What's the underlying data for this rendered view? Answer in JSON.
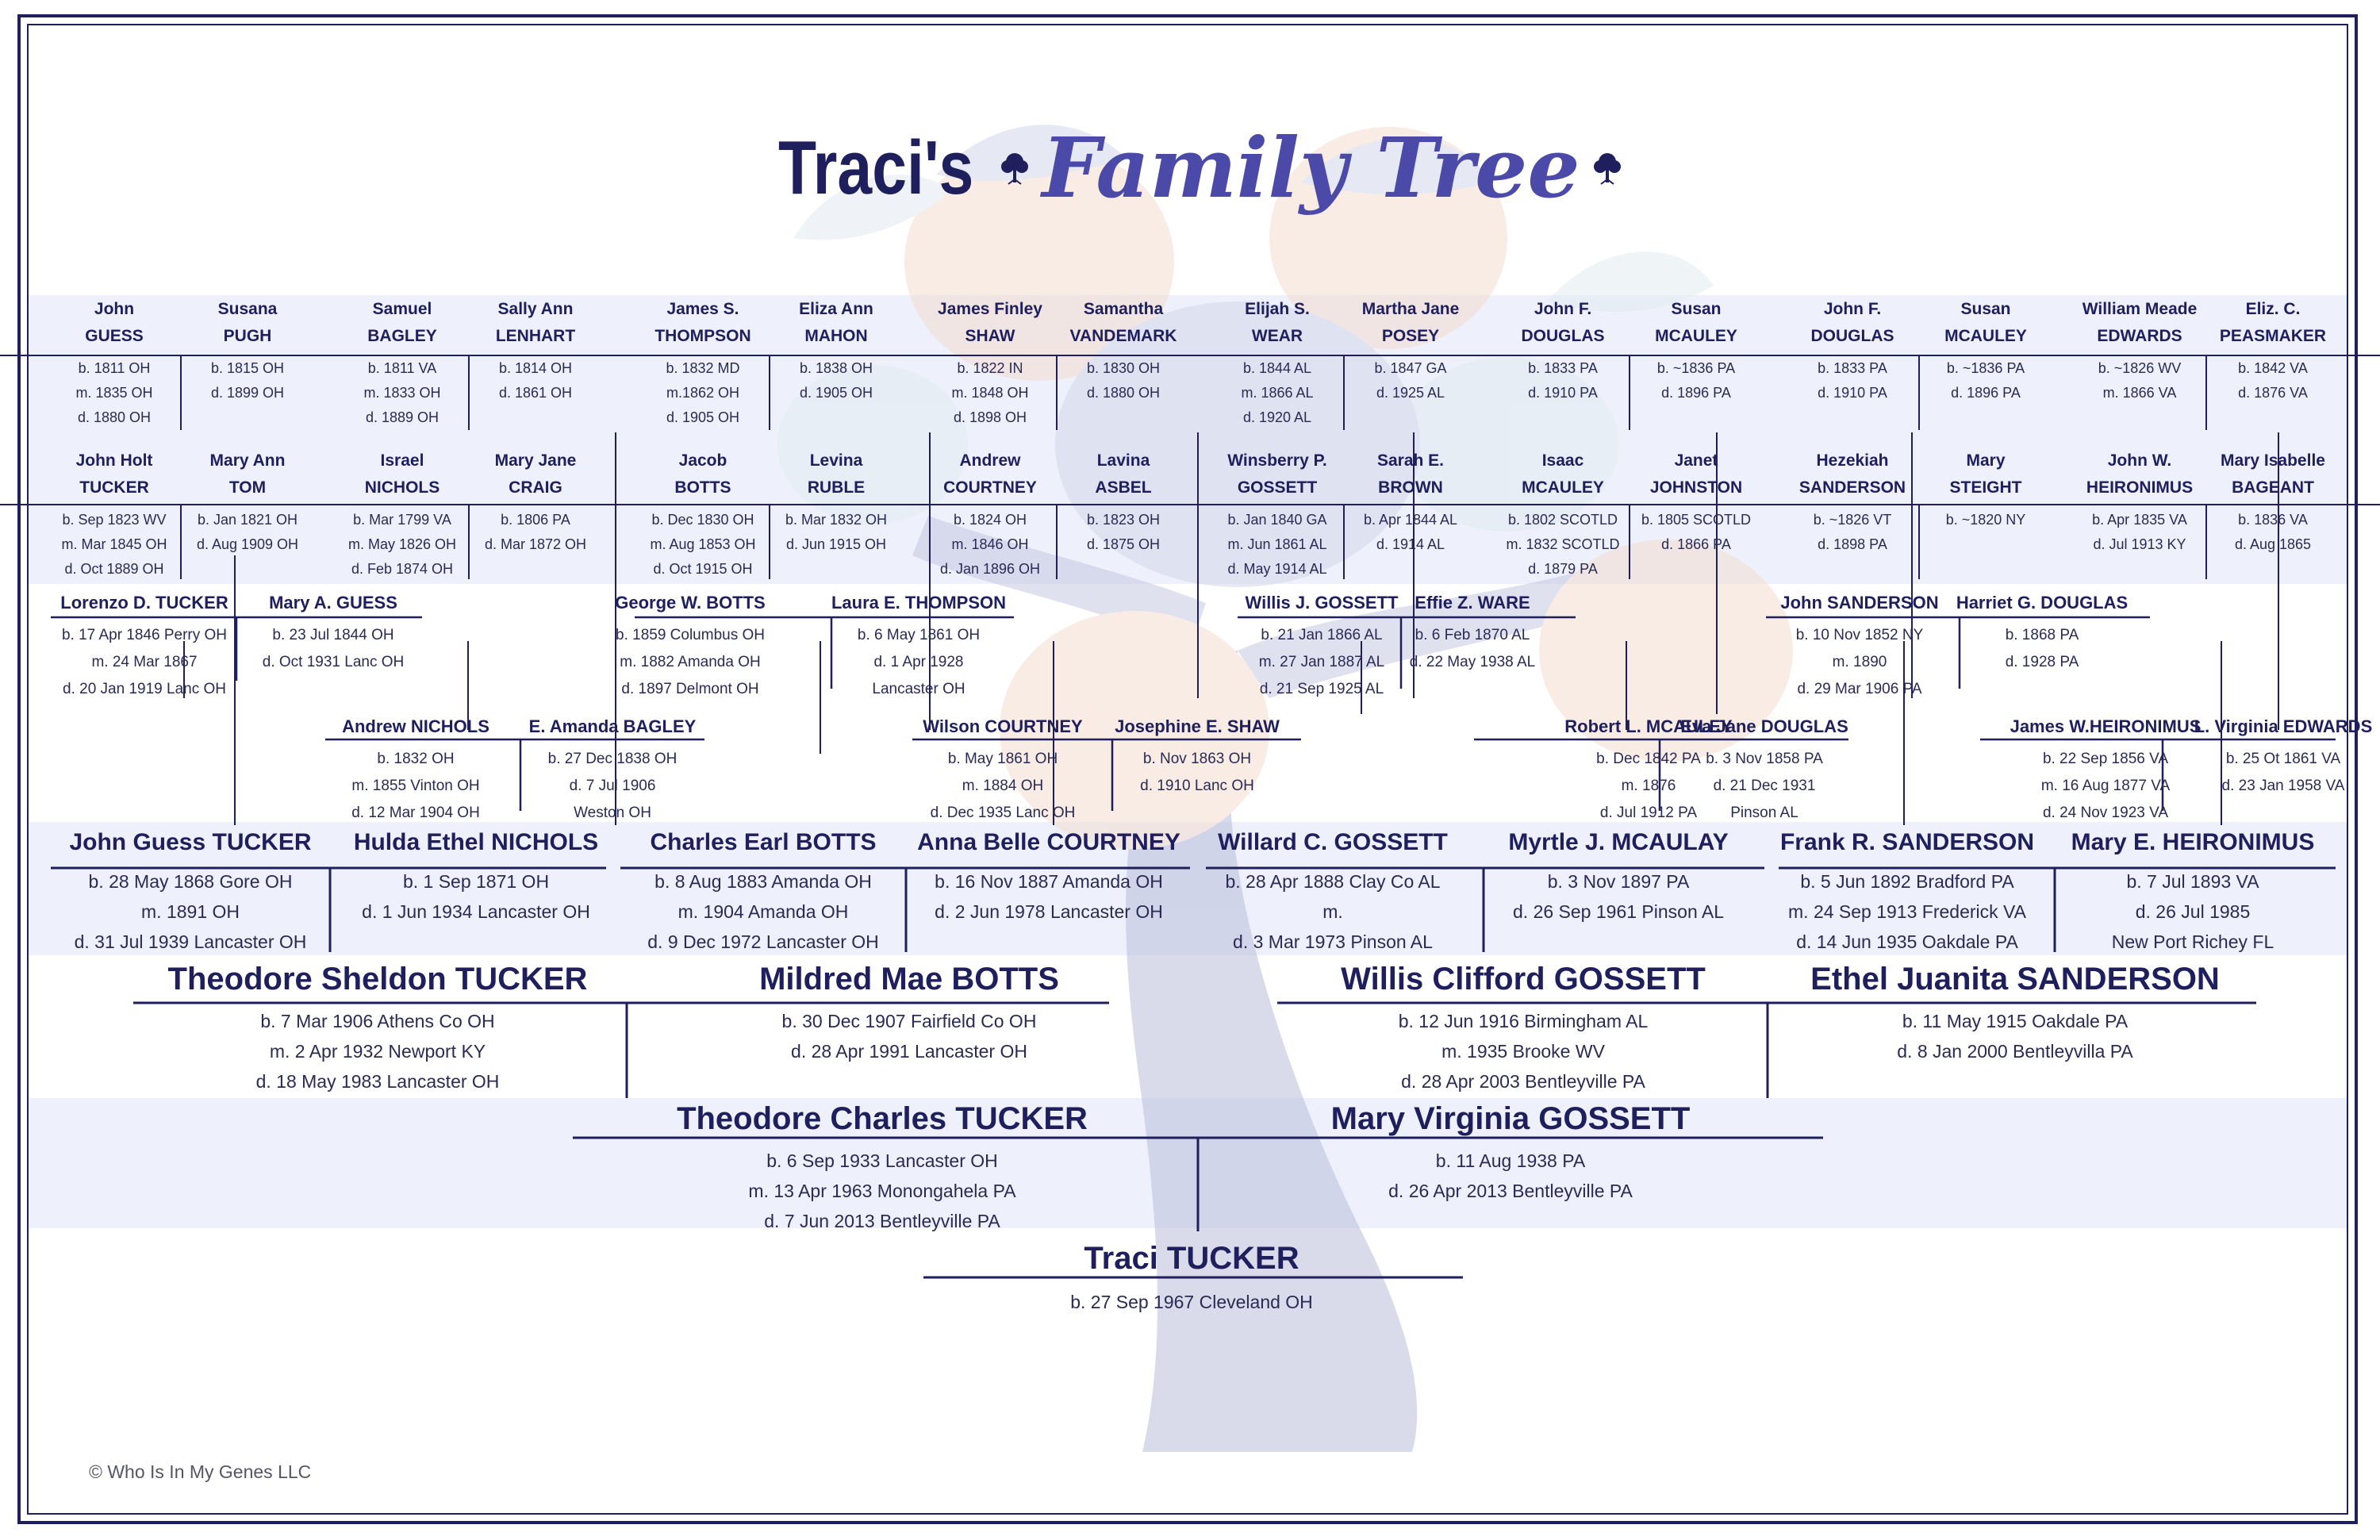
{
  "title": {
    "prefix": "Traci's",
    "script": "Family Tree"
  },
  "copyright": "© Who Is In My Genes LLC",
  "colors": {
    "navy": "#1e1f5c",
    "script": "#4b4aa8",
    "band": "#eef1fb",
    "line": "#1e1f5c"
  },
  "icons": [
    "tree-icon"
  ],
  "generations": {
    "g5": [
      {
        "name": [
          "John",
          "GUESS"
        ],
        "dates": [
          "b. 1811 OH",
          "m. 1835 OH",
          "d. 1880 OH"
        ]
      },
      {
        "name": [
          "Susana",
          "PUGH"
        ],
        "dates": [
          "b. 1815 OH",
          "d. 1899 OH"
        ]
      },
      {
        "name": [
          "Samuel",
          "BAGLEY"
        ],
        "dates": [
          "b. 1811 VA",
          "m. 1833 OH",
          "d. 1889 OH"
        ]
      },
      {
        "name": [
          "Sally Ann",
          "LENHART"
        ],
        "dates": [
          "b. 1814 OH",
          "d. 1861 OH"
        ]
      },
      {
        "name": [
          "James S.",
          "THOMPSON"
        ],
        "dates": [
          "b. 1832 MD",
          "m.1862 OH",
          "d. 1905 OH"
        ]
      },
      {
        "name": [
          "Eliza Ann",
          "MAHON"
        ],
        "dates": [
          "b. 1838 OH",
          "d. 1905 OH"
        ]
      },
      {
        "name": [
          "James Finley",
          "SHAW"
        ],
        "dates": [
          "b. 1822 IN",
          "m. 1848 OH",
          "d. 1898 OH"
        ]
      },
      {
        "name": [
          "Samantha",
          "VANDEMARK"
        ],
        "dates": [
          "b. 1830 OH",
          "d. 1880 OH"
        ]
      },
      {
        "name": [
          "Elijah S.",
          "WEAR"
        ],
        "dates": [
          "b. 1844 AL",
          "m. 1866 AL",
          "d. 1920 AL"
        ]
      },
      {
        "name": [
          "Martha Jane",
          "POSEY"
        ],
        "dates": [
          "b. 1847 GA",
          "d. 1925 AL"
        ]
      },
      {
        "name": [
          "John F.",
          "DOUGLAS"
        ],
        "dates": [
          "b. 1833 PA",
          "d. 1910 PA"
        ]
      },
      {
        "name": [
          "Susan",
          "MCAULEY"
        ],
        "dates": [
          "b. ~1836 PA",
          "d. 1896 PA"
        ]
      },
      {
        "name": [
          "John F.",
          "DOUGLAS"
        ],
        "dates": [
          "b. 1833 PA",
          "d. 1910 PA"
        ]
      },
      {
        "name": [
          "Susan",
          "MCAULEY"
        ],
        "dates": [
          "b. ~1836 PA",
          "d. 1896 PA"
        ]
      },
      {
        "name": [
          "William Meade",
          "EDWARDS"
        ],
        "dates": [
          "b. ~1826 WV",
          "m. 1866 VA"
        ]
      },
      {
        "name": [
          "Eliz. C.",
          "PEASMAKER"
        ],
        "dates": [
          "b. 1842 VA",
          "d. 1876 VA"
        ]
      },
      {
        "name": [
          "John Holt",
          "TUCKER"
        ],
        "dates": [
          "b. Sep 1823 WV",
          "m. Mar 1845 OH",
          "d. Oct 1889 OH"
        ]
      },
      {
        "name": [
          "Mary Ann",
          "TOM"
        ],
        "dates": [
          "b. Jan 1821 OH",
          "d. Aug 1909 OH"
        ]
      },
      {
        "name": [
          "Israel",
          "NICHOLS"
        ],
        "dates": [
          "b. Mar 1799 VA",
          "m. May 1826 OH",
          "d. Feb 1874 OH"
        ]
      },
      {
        "name": [
          "Mary Jane",
          "CRAIG"
        ],
        "dates": [
          "b. 1806 PA",
          "d. Mar 1872 OH"
        ]
      },
      {
        "name": [
          "Jacob",
          "BOTTS"
        ],
        "dates": [
          "b. Dec 1830 OH",
          "m. Aug 1853 OH",
          "d. Oct 1915 OH"
        ]
      },
      {
        "name": [
          "Levina",
          "RUBLE"
        ],
        "dates": [
          "b. Mar 1832 OH",
          "d. Jun 1915 OH"
        ]
      },
      {
        "name": [
          "Andrew",
          "COURTNEY"
        ],
        "dates": [
          "b. 1824 OH",
          "m. 1846 OH",
          "d. Jan 1896 OH"
        ]
      },
      {
        "name": [
          "Lavina",
          "ASBEL"
        ],
        "dates": [
          "b. 1823 OH",
          "d. 1875 OH"
        ]
      },
      {
        "name": [
          "Winsberry P.",
          "GOSSETT"
        ],
        "dates": [
          "b. Jan 1840 GA",
          "m. Jun 1861 AL",
          "d. May 1914 AL"
        ]
      },
      {
        "name": [
          "Sarah E.",
          "BROWN"
        ],
        "dates": [
          "b. Apr 1844 AL",
          "d. 1914 AL"
        ]
      },
      {
        "name": [
          "Isaac",
          "MCAULEY"
        ],
        "dates": [
          "b. 1802 SCOTLD",
          "m. 1832 SCOTLD",
          "d. 1879 PA"
        ]
      },
      {
        "name": [
          "Janet",
          "JOHNSTON"
        ],
        "dates": [
          "b. 1805 SCOTLD",
          "d. 1866 PA"
        ]
      },
      {
        "name": [
          "Hezekiah",
          "SANDERSON"
        ],
        "dates": [
          "b. ~1826 VT",
          "d. 1898 PA"
        ]
      },
      {
        "name": [
          "Mary",
          "STEIGHT"
        ],
        "dates": [
          "b. ~1820 NY"
        ]
      },
      {
        "name": [
          "John W.",
          "HEIRONIMUS"
        ],
        "dates": [
          "b. Apr 1835 VA",
          "d. Jul 1913 KY"
        ]
      },
      {
        "name": [
          "Mary Isabelle",
          "BAGEANT"
        ],
        "dates": [
          "b. 1836 VA",
          "d. Aug 1865"
        ]
      }
    ],
    "g4": [
      {
        "name": [
          "Lorenzo D. TUCKER"
        ],
        "dates": [
          "b. 17 Apr 1846 Perry OH",
          "m. 24 Mar 1867",
          "d. 20 Jan 1919 Lanc OH"
        ]
      },
      {
        "name": [
          "Mary A. GUESS"
        ],
        "dates": [
          "b. 23 Jul 1844 OH",
          "d. Oct 1931 Lanc OH"
        ]
      },
      {
        "name": [
          "Andrew NICHOLS"
        ],
        "dates": [
          "b. 1832 OH",
          "m. 1855 Vinton OH",
          "d. 12 Mar 1904 OH"
        ]
      },
      {
        "name": [
          "E. Amanda BAGLEY"
        ],
        "dates": [
          "b. 27 Dec 1838 OH",
          "d. 7 Jul 1906",
          "Weston OH"
        ]
      },
      {
        "name": [
          "George W. BOTTS"
        ],
        "dates": [
          "b. 1859 Columbus OH",
          "m. 1882 Amanda OH",
          "d. 1897 Delmont OH"
        ]
      },
      {
        "name": [
          "Laura E. THOMPSON"
        ],
        "dates": [
          "b. 6 May 1861 OH",
          "d. 1 Apr 1928",
          "Lancaster OH"
        ]
      },
      {
        "name": [
          "Wilson COURTNEY"
        ],
        "dates": [
          "b. May 1861 OH",
          "m. 1884 OH",
          "d. Dec 1935 Lanc OH"
        ]
      },
      {
        "name": [
          "Josephine E. SHAW"
        ],
        "dates": [
          "b. Nov 1863 OH",
          "d. 1910 Lanc OH"
        ]
      },
      {
        "name": [
          "Willis J. GOSSETT"
        ],
        "dates": [
          "b. 21 Jan 1866 AL",
          "m. 27 Jan 1887 AL",
          "d. 21 Sep 1925 AL"
        ]
      },
      {
        "name": [
          "Effie Z. WARE"
        ],
        "dates": [
          "b. 6 Feb 1870 AL",
          "d. 22 May 1938 AL"
        ]
      },
      {
        "name": [
          "Robert L. MCAULEY"
        ],
        "dates": [
          "b. Dec 1842 PA",
          "m. 1876",
          "d. Jul 1912 PA"
        ]
      },
      {
        "name": [
          "Eva Jane DOUGLAS"
        ],
        "dates": [
          "b. 3 Nov 1858 PA",
          "d. 21 Dec 1931",
          "Pinson AL"
        ]
      },
      {
        "name": [
          "John SANDERSON"
        ],
        "dates": [
          "b. 10 Nov 1852 NY",
          "m. 1890",
          "d. 29 Mar 1906 PA"
        ]
      },
      {
        "name": [
          "Harriet G. DOUGLAS"
        ],
        "dates": [
          "b. 1868 PA",
          "d. 1928 PA"
        ]
      },
      {
        "name": [
          "James W.HEIRONIMUS"
        ],
        "dates": [
          "b. 22 Sep 1856 VA",
          "m. 16 Aug 1877 VA",
          "d. 24 Nov 1923 VA"
        ]
      },
      {
        "name": [
          "L. Virginia EDWARDS"
        ],
        "dates": [
          "b. 25 Ot 1861 VA",
          "d. 23 Jan 1958 VA"
        ]
      }
    ],
    "g3": [
      {
        "name": [
          "John Guess TUCKER"
        ],
        "dates": [
          "b. 28 May 1868 Gore OH",
          "m. 1891 OH",
          "d. 31 Jul 1939 Lancaster OH"
        ]
      },
      {
        "name": [
          "Hulda Ethel NICHOLS"
        ],
        "dates": [
          "b. 1 Sep 1871 OH",
          "d. 1 Jun 1934 Lancaster OH"
        ]
      },
      {
        "name": [
          "Charles Earl BOTTS"
        ],
        "dates": [
          "b. 8 Aug 1883 Amanda OH",
          "m. 1904 Amanda OH",
          "d. 9 Dec 1972 Lancaster OH"
        ]
      },
      {
        "name": [
          "Anna Belle COURTNEY"
        ],
        "dates": [
          "b. 16 Nov 1887 Amanda OH",
          "d. 2 Jun 1978 Lancaster OH"
        ]
      },
      {
        "name": [
          "Willard C. GOSSETT"
        ],
        "dates": [
          "b. 28 Apr 1888 Clay Co AL",
          "m.",
          "d. 3 Mar 1973 Pinson AL"
        ]
      },
      {
        "name": [
          "Myrtle J. MCAULAY"
        ],
        "dates": [
          "b. 3 Nov 1897 PA",
          "d. 26 Sep 1961 Pinson AL"
        ]
      },
      {
        "name": [
          "Frank R. SANDERSON"
        ],
        "dates": [
          "b. 5 Jun 1892 Bradford PA",
          "m. 24 Sep 1913 Frederick VA",
          "d. 14 Jun 1935 Oakdale PA"
        ]
      },
      {
        "name": [
          "Mary E. HEIRONIMUS"
        ],
        "dates": [
          "b. 7 Jul 1893 VA",
          "d. 26 Jul 1985",
          "New Port Richey FL"
        ]
      }
    ],
    "g2": [
      {
        "name": [
          "Theodore Sheldon TUCKER"
        ],
        "dates": [
          "b. 7 Mar 1906 Athens Co OH",
          "m. 2 Apr 1932 Newport KY",
          "d. 18 May 1983 Lancaster OH"
        ]
      },
      {
        "name": [
          "Mildred Mae BOTTS"
        ],
        "dates": [
          "b. 30 Dec 1907 Fairfield Co OH",
          "d. 28 Apr 1991 Lancaster OH"
        ]
      },
      {
        "name": [
          "Willis Clifford GOSSETT"
        ],
        "dates": [
          "b. 12 Jun 1916 Birmingham AL",
          "m. 1935 Brooke WV",
          "d. 28 Apr 2003 Bentleyville PA"
        ]
      },
      {
        "name": [
          "Ethel Juanita SANDERSON"
        ],
        "dates": [
          "b. 11 May 1915 Oakdale PA",
          "d. 8 Jan 2000 Bentleyvilla PA"
        ]
      }
    ],
    "g1": [
      {
        "name": [
          "Theodore Charles TUCKER"
        ],
        "dates": [
          "b. 6 Sep 1933 Lancaster OH",
          "m. 13 Apr 1963 Monongahela PA",
          "d. 7 Jun 2013 Bentleyville PA"
        ]
      },
      {
        "name": [
          "Mary Virginia GOSSETT"
        ],
        "dates": [
          "b. 11 Aug 1938 PA",
          "d. 26 Apr 2013 Bentleyville PA"
        ]
      }
    ],
    "g0": [
      {
        "name": [
          "Traci TUCKER"
        ],
        "dates": [
          "b. 27 Sep 1967 Cleveland OH"
        ]
      }
    ]
  }
}
